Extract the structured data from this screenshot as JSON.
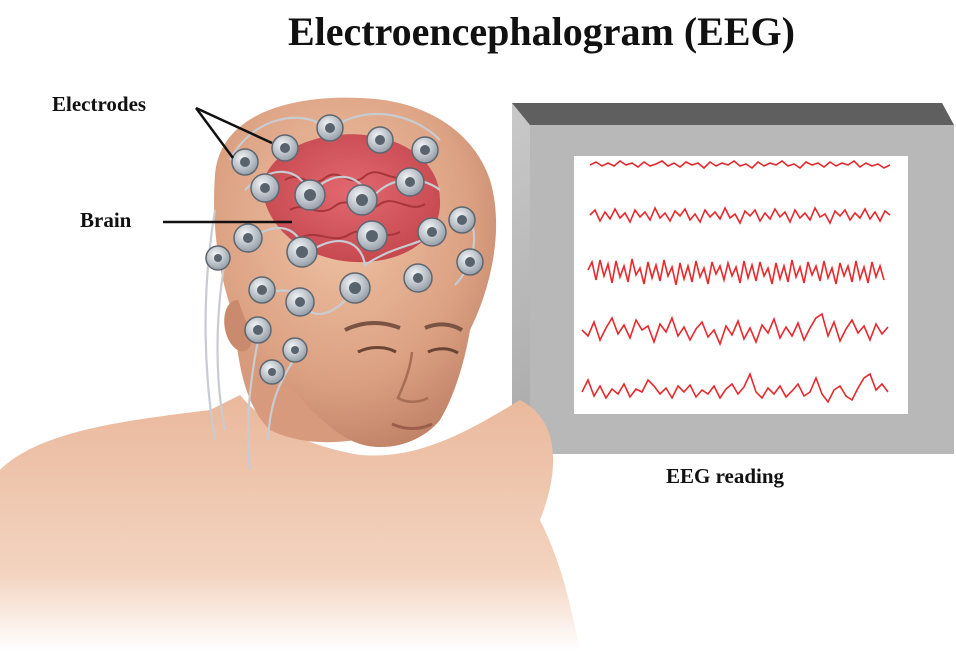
{
  "title": "Electroencephalogram (EEG)",
  "labels": {
    "electrodes": "Electrodes",
    "brain": "Brain",
    "reading": "EEG reading"
  },
  "colors": {
    "trace": "#e8282d",
    "skin": "#e2a98a",
    "brain": "#d6545a",
    "electrode": "#c9d0d8",
    "monitor_frame": "#a9a9a9"
  },
  "icons": {
    "head": "human-head-with-eeg-cap-icon",
    "electrode": "electrode-disc-icon",
    "monitor": "monitor-icon"
  }
}
